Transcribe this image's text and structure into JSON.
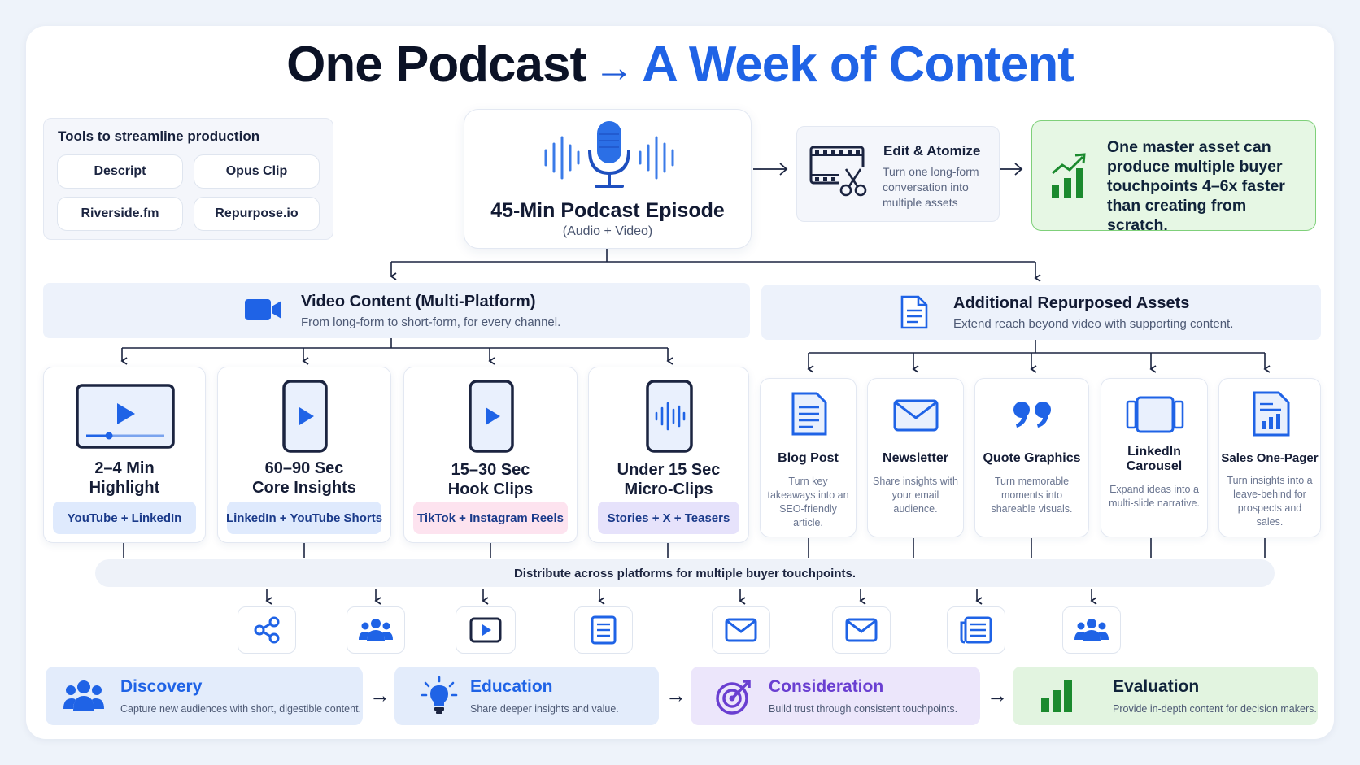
{
  "title": {
    "part1": "One Podcast",
    "arrow": "→",
    "part2": "A Week of Content"
  },
  "tools": {
    "title": "Tools to streamline production",
    "items": [
      "Descript",
      "Opus Clip",
      "Riverside.fm",
      "Repurpose.io"
    ]
  },
  "podcast": {
    "title": "45-Min Podcast Episode",
    "subtitle": "(Audio + Video)"
  },
  "edit": {
    "title": "Edit & Atomize",
    "desc": "Turn one long-form conversation into multiple assets"
  },
  "callout": {
    "text": "One master asset can produce multiple buyer touchpoints 4–6x faster than creating from scratch."
  },
  "video_section": {
    "title": "Video Content (Multi-Platform)",
    "subtitle": "From long-form to short-form, for every channel."
  },
  "assets_section": {
    "title": "Additional Repurposed Assets",
    "subtitle": "Extend reach beyond video with supporting content."
  },
  "video_cards": [
    {
      "title1": "2–4 Min",
      "title2": "Highlight",
      "platform": "YouTube + LinkedIn",
      "icon": "video-player-icon"
    },
    {
      "title1": "60–90 Sec",
      "title2": "Core Insights",
      "platform": "LinkedIn + YouTube Shorts",
      "icon": "phone-play-icon"
    },
    {
      "title1": "15–30 Sec",
      "title2": "Hook Clips",
      "platform": "TikTok + Instagram Reels",
      "icon": "phone-play-icon"
    },
    {
      "title1": "Under 15 Sec",
      "title2": "Micro-Clips",
      "platform": "Stories + X + Teasers",
      "icon": "phone-waveform-icon"
    }
  ],
  "asset_cards": [
    {
      "title": "Blog Post",
      "desc": "Turn key takeaways into an SEO-friendly article.",
      "icon": "document-icon"
    },
    {
      "title": "Newsletter",
      "desc": "Share insights with your email audience.",
      "icon": "envelope-icon"
    },
    {
      "title": "Quote Graphics",
      "desc": "Turn memorable moments into shareable visuals.",
      "icon": "quote-icon"
    },
    {
      "title": "LinkedIn Carousel",
      "desc": "Expand ideas into a multi-slide narrative.",
      "icon": "carousel-icon"
    },
    {
      "title": "Sales One-Pager",
      "desc": "Turn insights into a leave-behind for prospects and sales.",
      "icon": "report-icon"
    }
  ],
  "distribute": {
    "text": "Distribute across platforms for multiple buyer touchpoints."
  },
  "channel_icons": [
    "share-icon",
    "audience-icon",
    "play-icon",
    "article-icon",
    "email-icon",
    "email-icon",
    "newsletter-icon",
    "audience-icon"
  ],
  "stages": [
    {
      "title": "Discovery",
      "desc": "Capture new audiences with short, digestible content.",
      "color": "#1f63e6"
    },
    {
      "title": "Education",
      "desc": "Share deeper insights and value.",
      "color": "#1f63e6"
    },
    {
      "title": "Consideration",
      "desc": "Build trust through consistent touchpoints.",
      "color": "#6a3fd1"
    },
    {
      "title": "Evaluation",
      "desc": "Provide in-depth content for decision makers.",
      "color": "#1b7a2c"
    }
  ],
  "colors": {
    "accent": "#1f63e6",
    "navy": "#0b1226",
    "green": "#1b7a2c",
    "purple": "#6a3fd1"
  }
}
